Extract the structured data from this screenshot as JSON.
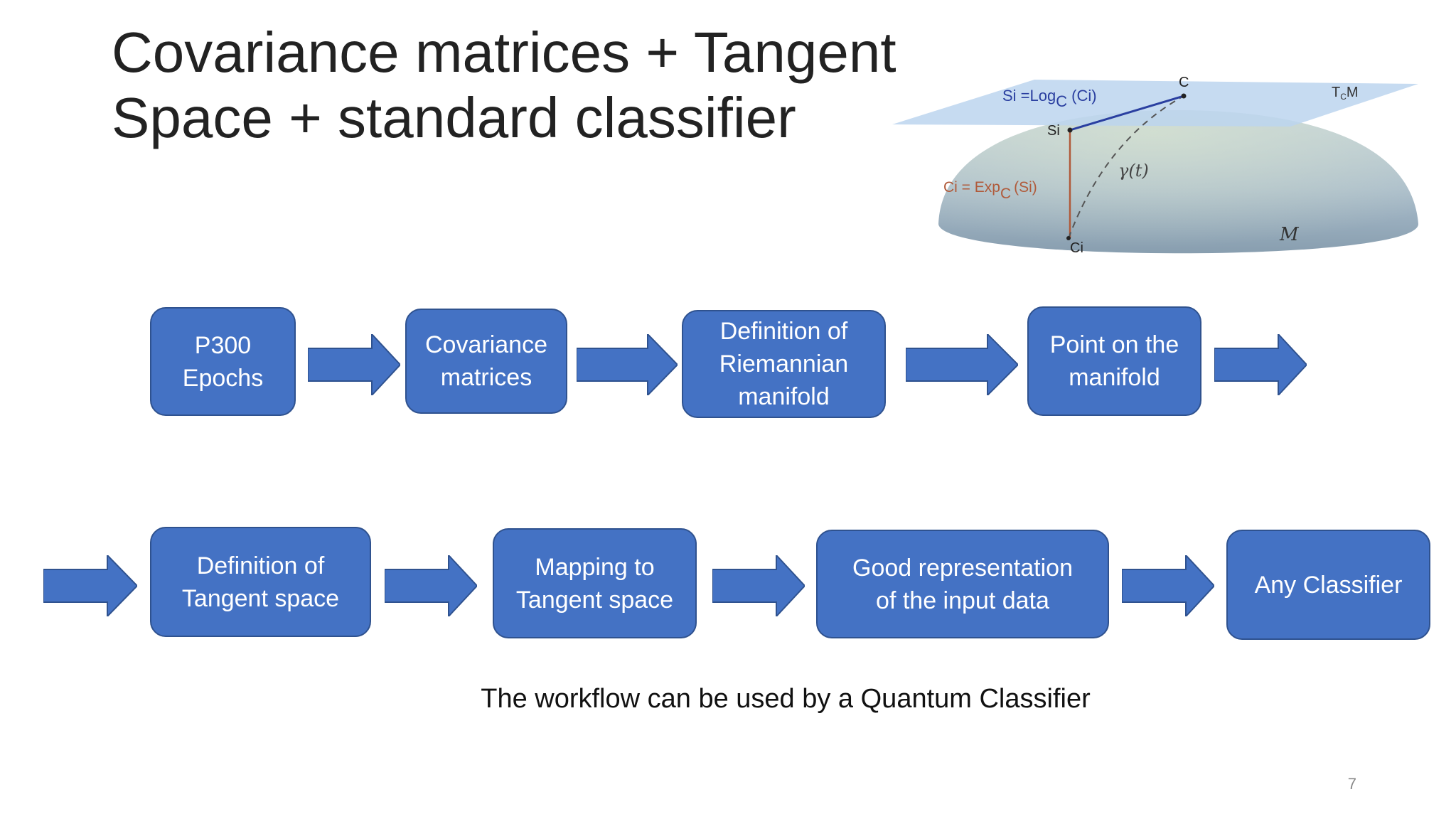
{
  "slide": {
    "title_lines": [
      "Covariance matrices + Tangent",
      "Space + standard classifier"
    ],
    "caption": "The workflow can be used by a Quantum Classifier",
    "page_number": "7"
  },
  "manifold_figure": {
    "labels": {
      "log_map": "Si =Log",
      "log_sub": "C",
      "log_arg": "(Ci)",
      "point_c": "C",
      "tangent_plane": "T",
      "tangent_plane_sub": "C",
      "tangent_plane_tail": "M",
      "point_si": "Si",
      "geodesic": "γ(t)",
      "exp_map": "Ci = Exp",
      "exp_sub": "C",
      "exp_arg": "(Si)",
      "point_ci": "Ci",
      "manifold": "M"
    },
    "colors": {
      "tangent_plane": "#bcd5ee",
      "log_line": "#2a3fa0",
      "exp_line": "#b05a3a",
      "surface_top": "#b9cbd8",
      "surface_bottom": "#8aa0b0"
    }
  },
  "workflow": {
    "row1": [
      {
        "label": "P300\nEpochs"
      },
      {
        "label": "Covariance\nmatrices"
      },
      {
        "label": "Definition of\nRiemannian\nmanifold"
      },
      {
        "label": "Point on the\nmanifold"
      }
    ],
    "row2": [
      {
        "label": "Definition of\nTangent space"
      },
      {
        "label": "Mapping to\nTangent space"
      },
      {
        "label": "Good representation\nof the input data"
      },
      {
        "label": "Any Classifier"
      }
    ],
    "colors": {
      "box_fill": "#4472c4",
      "box_border": "#2f528f",
      "text": "#ffffff"
    }
  }
}
